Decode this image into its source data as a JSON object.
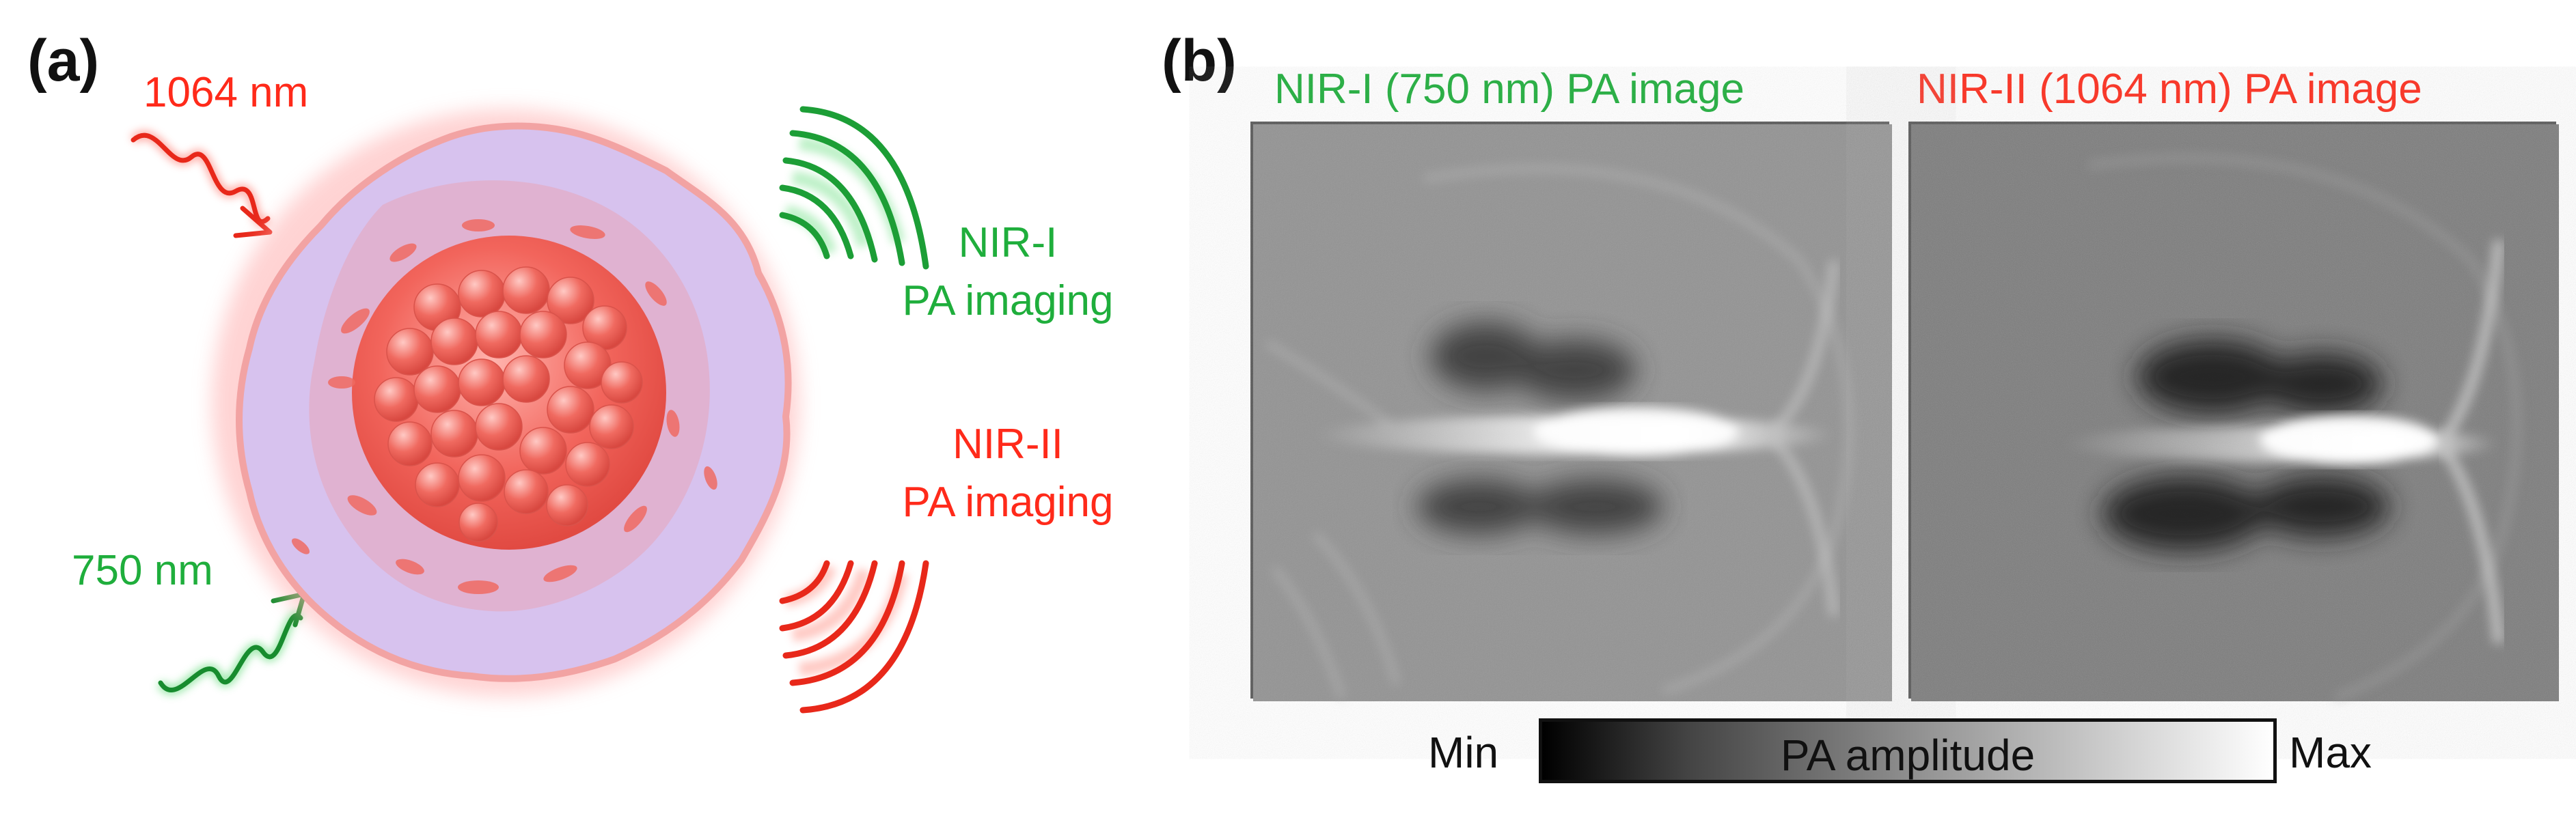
{
  "panel_a": {
    "label": "(a)",
    "wavelength_1064": "1064 nm",
    "wavelength_750": "750 nm",
    "nir1_line1": "NIR-I",
    "nir1_line2": "PA imaging",
    "nir2_line1": "NIR-II",
    "nir2_line2": "PA imaging"
  },
  "panel_b": {
    "label": "(b)",
    "image1_title": "NIR-I (750 nm) PA image",
    "image2_title": "NIR-II (1064 nm) PA image",
    "colorbar_min": "Min",
    "colorbar_label": "PA amplitude",
    "colorbar_max": "Max"
  },
  "colors": {
    "red": "#ff2a1a",
    "green": "#1fae3c",
    "shell": "#d9c3ee",
    "core": "#f2655c"
  },
  "icons": [
    "wavy-arrow-icon",
    "sound-wave-icon",
    "nanoparticle-icon"
  ]
}
